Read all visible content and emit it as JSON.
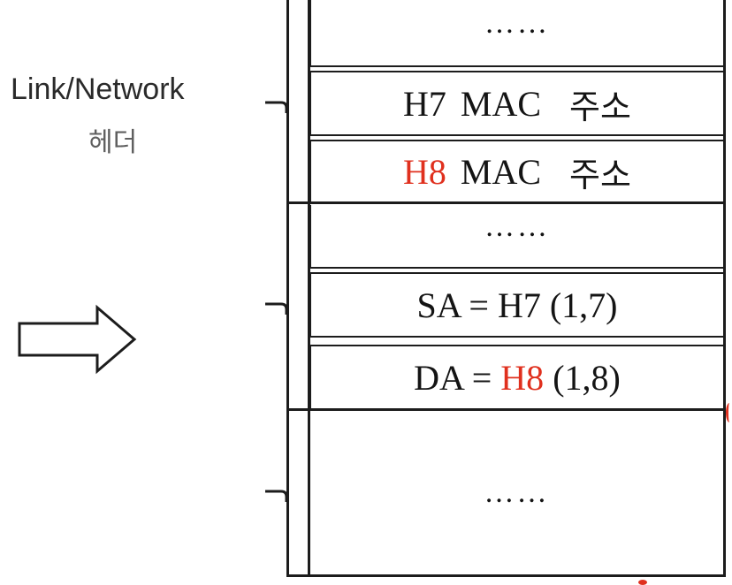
{
  "labels": {
    "header_title": "Link/Network",
    "header_subtitle": "헤더"
  },
  "rows": [
    {
      "text": "……"
    },
    {
      "prefix": "H7",
      "text": "MAC",
      "suffix": "주소"
    },
    {
      "prefix": "H8",
      "text": "MAC",
      "suffix": "주소"
    },
    {
      "text": "……"
    },
    {
      "text": "SA = H7 (1,7)"
    },
    {
      "prefix": "DA = ",
      "highlight": "H8",
      "suffix": " (1,8)"
    },
    {
      "text": "……"
    }
  ],
  "colors": {
    "highlight": "#e0301e",
    "line": "#1c1c1c",
    "text": "#141414"
  },
  "icons": {
    "arrow": "right-arrow-icon",
    "brace": "left-brace-icon"
  }
}
